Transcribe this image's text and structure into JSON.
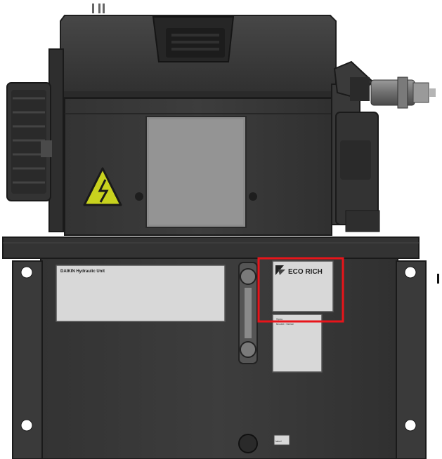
{
  "image": {
    "subject": "hydraulic-power-unit-front-view",
    "colors": {
      "body": "#3a3a3a",
      "body_dark": "#2a2a2a",
      "panel_grey": "#8c8c8c",
      "label_grey": "#d8d8d8",
      "warning_yellow": "#c8d21e",
      "highlight_red": "#e8141a"
    }
  },
  "labels": {
    "left_plate_header": "DAIKIN Hydraulic Unit",
    "brand_plate_text": "ECO RICH",
    "spec_plate_line1": "Spec.",
    "spec_plate_line2": "Model / Serial",
    "bottom_tag": "label"
  },
  "icons": {
    "warning": "high-voltage-warning-icon",
    "brand": "daikin-logo-icon"
  }
}
